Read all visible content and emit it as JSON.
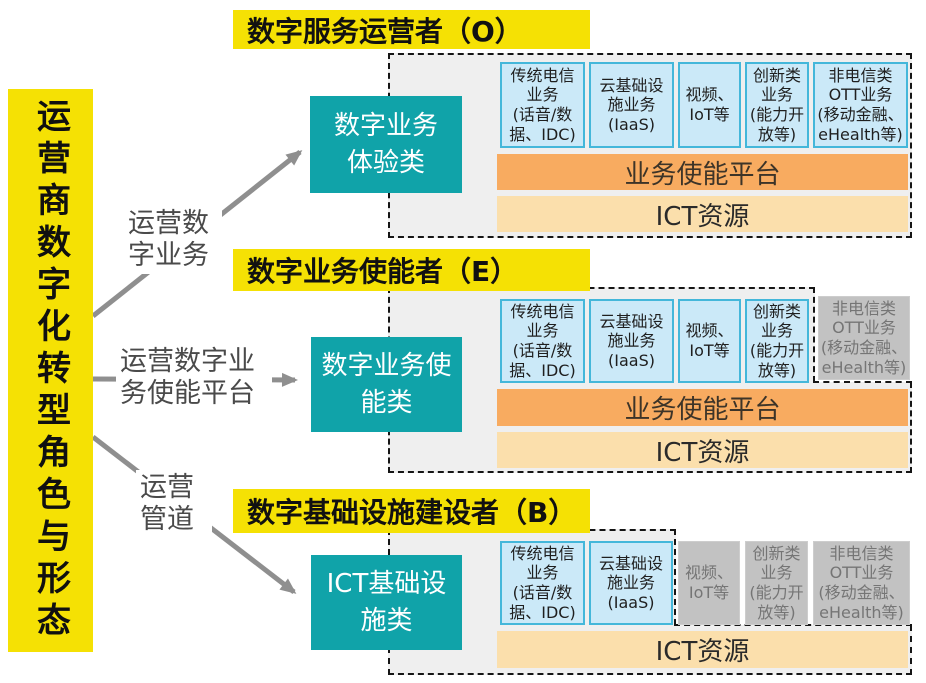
{
  "left_banner": {
    "text": "运营商数字化转型角色与形态"
  },
  "colors": {
    "banner_yellow": "#F5E104",
    "role_teal": "#10A3A9",
    "service_blue_fill": "#CBE9F8",
    "service_blue_border": "#44B7DA",
    "service_gray_fill": "#C2C2C2",
    "platform_orange": "#F8AB60",
    "ict_light_orange": "#FBDFAC",
    "panel_gray": "#EFEFEF",
    "arrow_gray": "#8F8F8F"
  },
  "arrows": [
    {
      "label": "运营数\n字业务"
    },
    {
      "label": "运营数字业\n务使能平台"
    },
    {
      "label": "运营\n管道"
    }
  ],
  "groups": [
    {
      "id": "O",
      "header": "数字服务运营者（O）",
      "role_box": "数字业务\n体验类",
      "services": [
        {
          "text": "传统电信\n业务\n(话音/数\n据、IDC)",
          "state": "active"
        },
        {
          "text": "云基础设\n施业务\n(IaaS)",
          "state": "active"
        },
        {
          "text": "视频、\nIoT等",
          "state": "active"
        },
        {
          "text": "创新类\n业务\n(能力开\n放等)",
          "state": "active"
        },
        {
          "text": "非电信类\nOTT业务\n(移动金融、\neHealth等)",
          "state": "active"
        }
      ],
      "platform_bar": "业务使能平台",
      "ict_bar": "ICT资源"
    },
    {
      "id": "E",
      "header": "数字业务使能者（E）",
      "role_box": "数字业务使\n能类",
      "services": [
        {
          "text": "传统电信\n业务\n(话音/数\n据、IDC)",
          "state": "active"
        },
        {
          "text": "云基础设\n施业务\n(IaaS)",
          "state": "active"
        },
        {
          "text": "视频、\nIoT等",
          "state": "active"
        },
        {
          "text": "创新类\n业务\n(能力开\n放等)",
          "state": "active"
        },
        {
          "text": "非电信类\nOTT业务\n(移动金融、\neHealth等)",
          "state": "inactive"
        }
      ],
      "platform_bar": "业务使能平台",
      "ict_bar": "ICT资源"
    },
    {
      "id": "B",
      "header": "数字基础设施建设者（B）",
      "role_box": "ICT基础设\n施类",
      "services": [
        {
          "text": "传统电信\n业务\n(话音/数\n据、IDC)",
          "state": "active"
        },
        {
          "text": "云基础设\n施业务\n(IaaS)",
          "state": "active"
        },
        {
          "text": "视频、\nIoT等",
          "state": "inactive"
        },
        {
          "text": "创新类\n业务\n(能力开\n放等)",
          "state": "inactive"
        },
        {
          "text": "非电信类\nOTT业务\n(移动金融、\neHealth等)",
          "state": "inactive"
        }
      ],
      "ict_bar": "ICT资源"
    }
  ]
}
